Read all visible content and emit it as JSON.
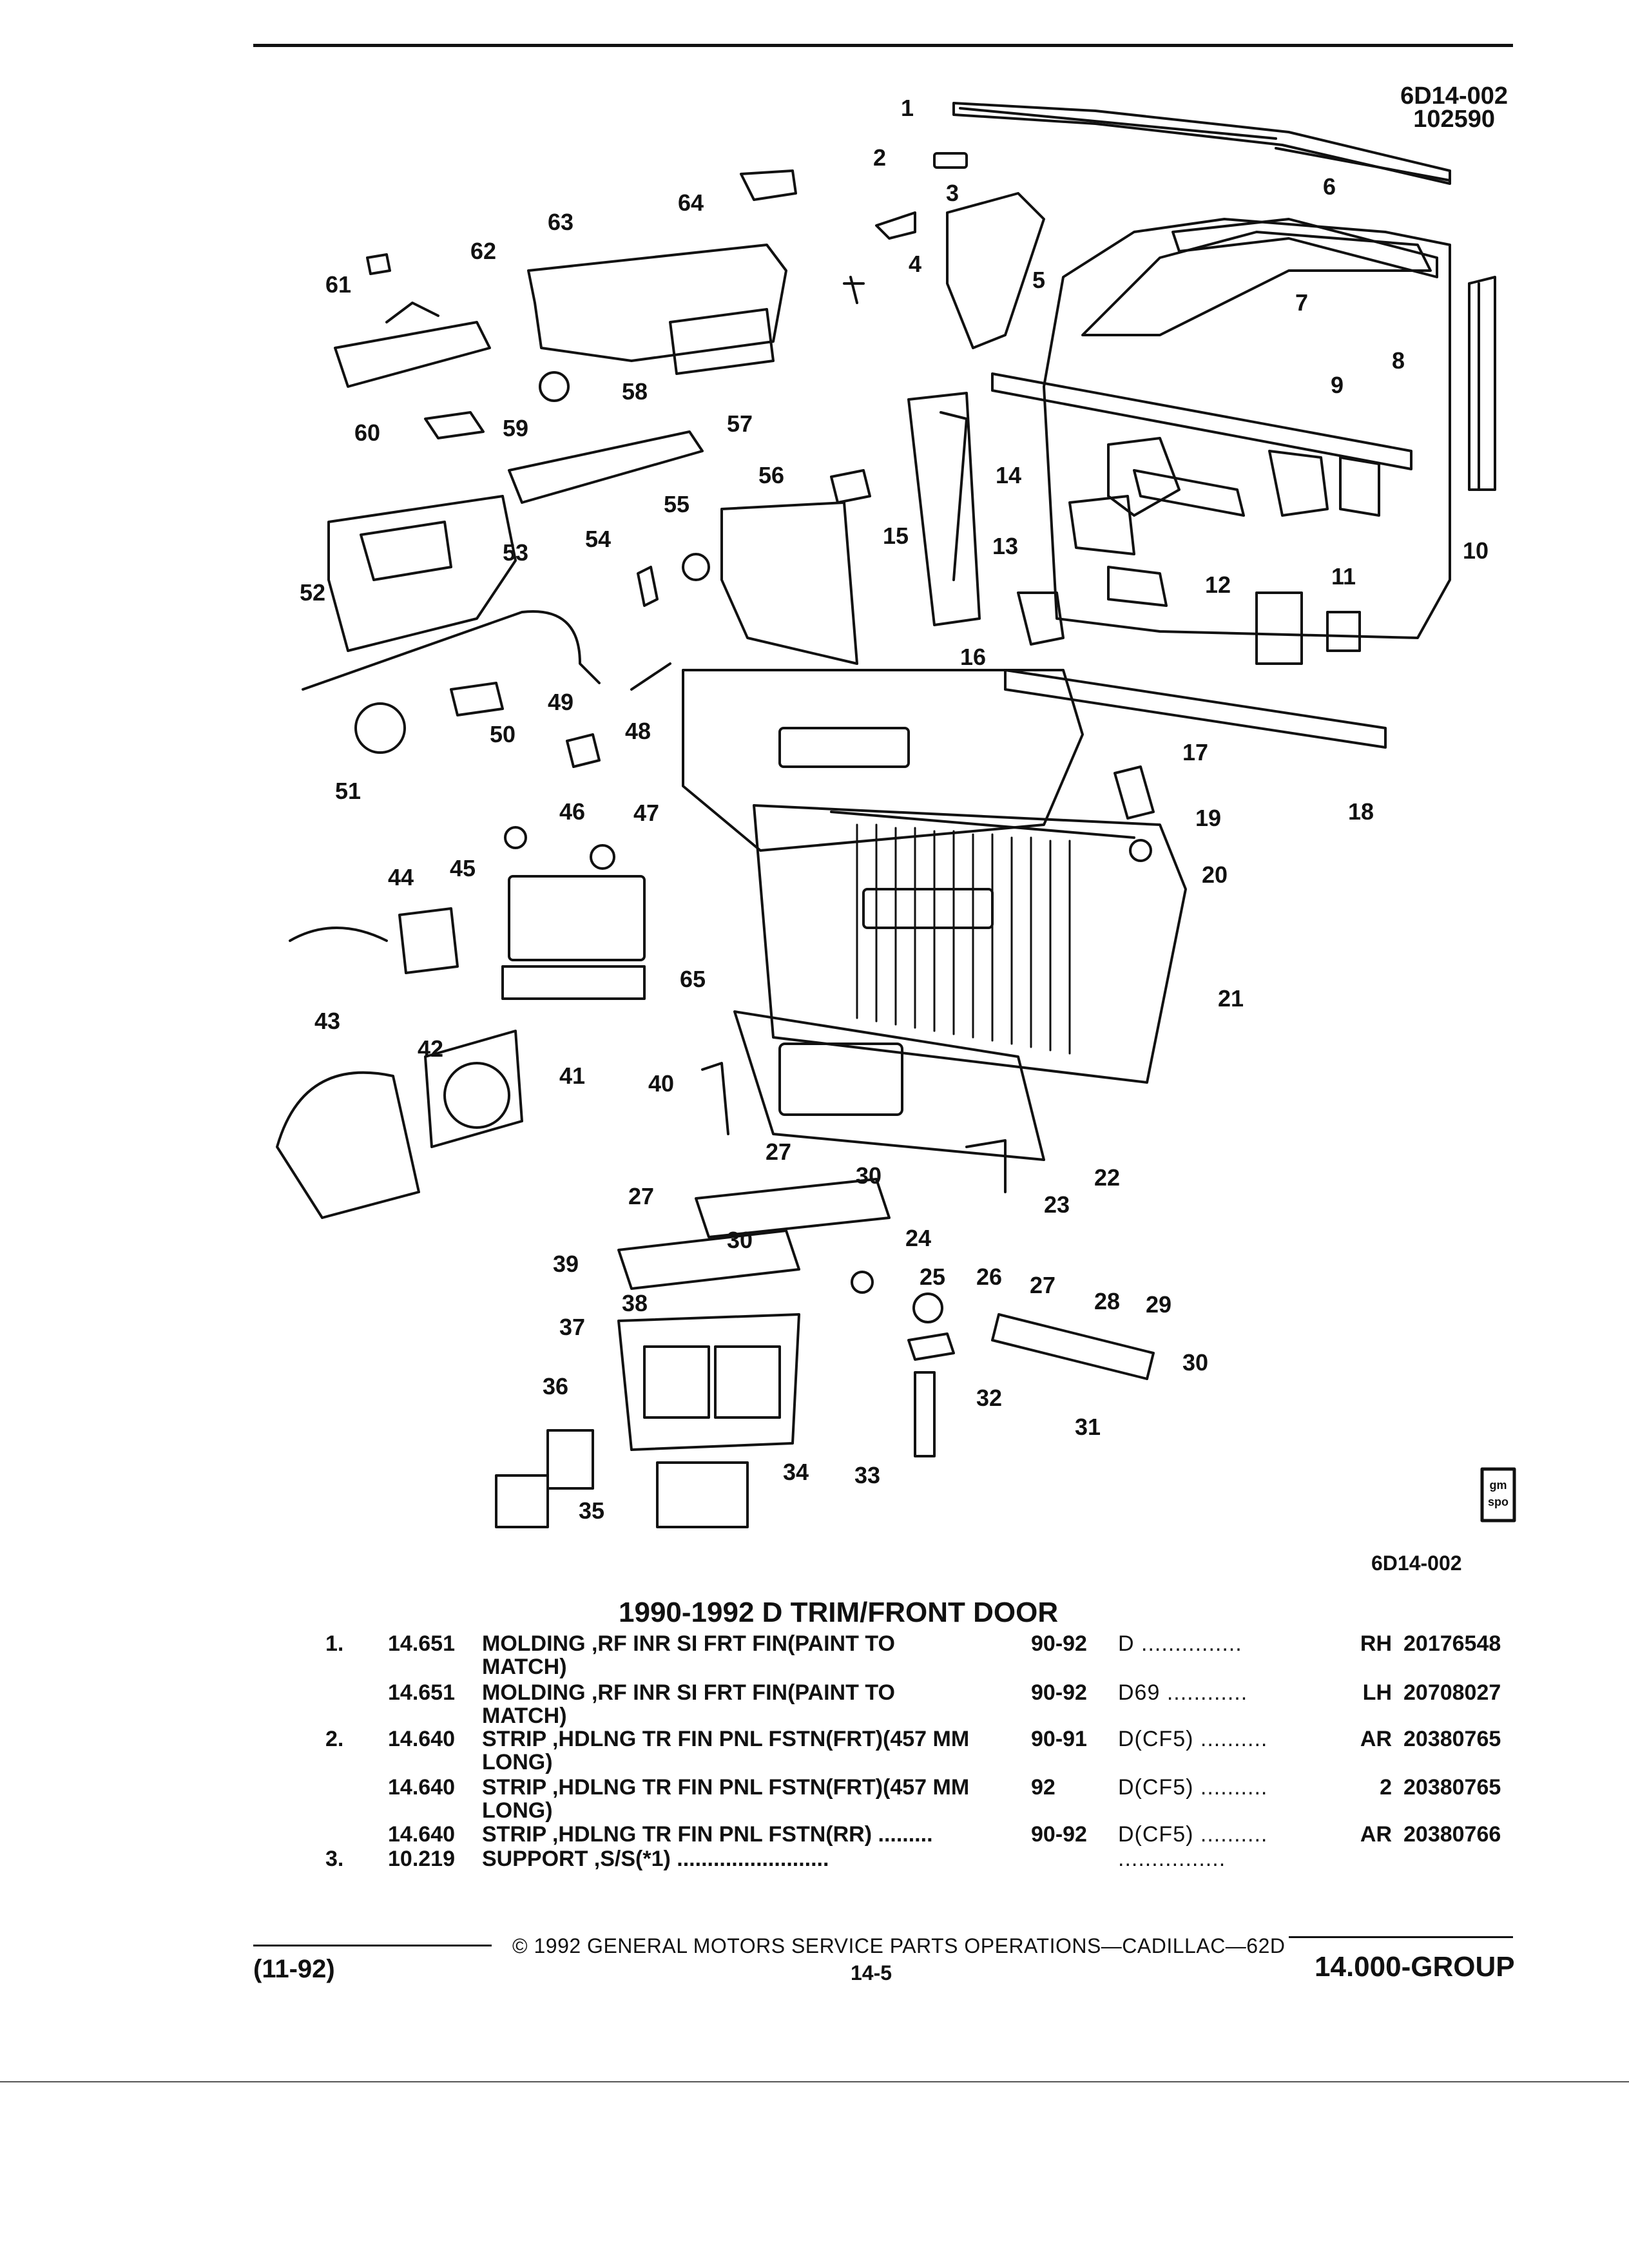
{
  "header": {
    "figure_code": "6D14-002",
    "figure_number": "102590"
  },
  "diagram": {
    "callouts": [
      "1",
      "2",
      "3",
      "4",
      "5",
      "6",
      "7",
      "8",
      "9",
      "10",
      "11",
      "12",
      "13",
      "14",
      "15",
      "16",
      "17",
      "18",
      "19",
      "20",
      "21",
      "22",
      "23",
      "24",
      "25",
      "26",
      "27",
      "28",
      "29",
      "30",
      "31",
      "32",
      "33",
      "34",
      "35",
      "36",
      "37",
      "38",
      "39",
      "40",
      "41",
      "42",
      "43",
      "44",
      "45",
      "46",
      "47",
      "48",
      "49",
      "50",
      "51",
      "52",
      "53",
      "54",
      "55",
      "56",
      "57",
      "58",
      "59",
      "60",
      "61",
      "62",
      "63",
      "64",
      "65"
    ],
    "corner_code": "6D14-002",
    "logo_text": "gm spo"
  },
  "parts_list": {
    "title": "1990-1992 D TRIM/FRONT DOOR",
    "rows": [
      {
        "item": "1.",
        "group": "14.651",
        "desc": "MOLDING ,RF INR SI FRT FIN(PAINT TO",
        "desc2": "MATCH)",
        "years": "90-92",
        "style": "D ...............",
        "qty": "RH",
        "part": "20176548"
      },
      {
        "item": "",
        "group": "14.651",
        "desc": "MOLDING ,RF INR SI FRT FIN(PAINT TO",
        "desc2": "MATCH)",
        "years": "90-92",
        "style": "D69 ............",
        "qty": "LH",
        "part": "20708027"
      },
      {
        "item": "2.",
        "group": "14.640",
        "desc": "STRIP ,HDLNG TR FIN PNL FSTN(FRT)(457 MM",
        "desc2": "LONG)",
        "years": "90-91",
        "style": "D(CF5) ..........",
        "qty": "AR",
        "part": "20380765"
      },
      {
        "item": "",
        "group": "14.640",
        "desc": "STRIP ,HDLNG TR FIN PNL FSTN(FRT)(457 MM",
        "desc2": "LONG)",
        "years": "92",
        "style": "D(CF5) ..........",
        "qty": "2",
        "part": "20380765"
      },
      {
        "item": "",
        "group": "14.640",
        "desc": "STRIP ,HDLNG TR FIN PNL FSTN(RR) .........",
        "desc2": "",
        "years": "90-92",
        "style": "D(CF5) ..........",
        "qty": "AR",
        "part": "20380766"
      },
      {
        "item": "3.",
        "group": "10.219",
        "desc": "SUPPORT ,S/S(*1) .........................",
        "desc2": "",
        "years": "",
        "style": "................",
        "qty": "",
        "part": ""
      }
    ]
  },
  "footer": {
    "copyright": "© 1992 GENERAL MOTORS SERVICE PARTS OPERATIONS—CADILLAC—62D",
    "date": "(11-92)",
    "page": "14-5",
    "group": "14.000-GROUP"
  }
}
